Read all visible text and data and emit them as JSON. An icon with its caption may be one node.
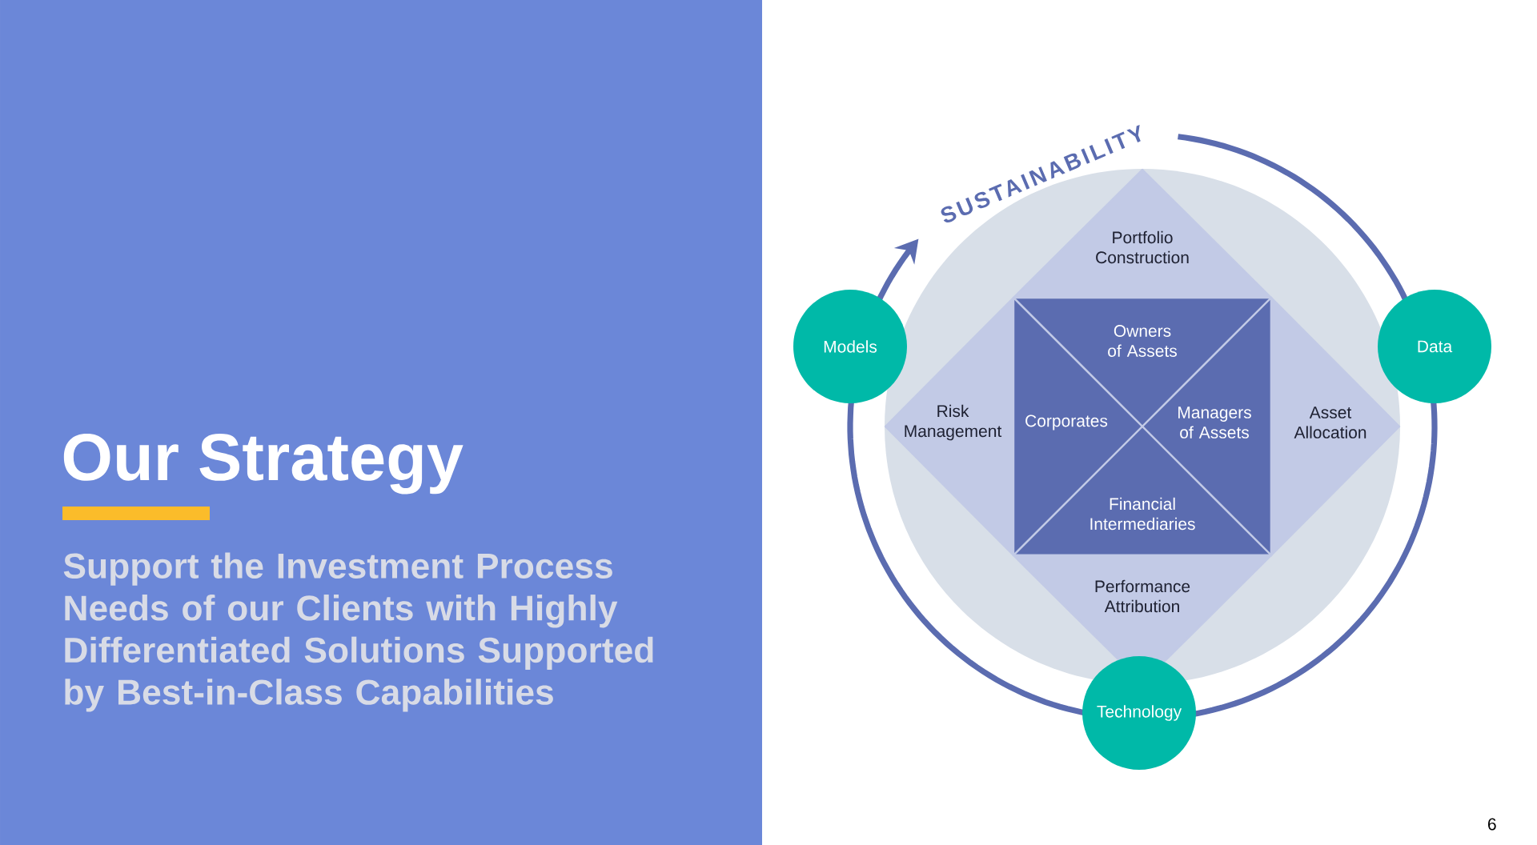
{
  "diagram": {
    "title": "Our Strategy",
    "nodes": [
      {
        "text": [
          "Portfolio Construction"
        ]
      },
      {
        "text": [
          "Models"
        ]
      },
      {
        "text": [
          "Data"
        ]
      },
      {
        "text": [
          "Owners of Assets"
        ]
      },
      {
        "text": [
          "Risk Management"
        ]
      },
      {
        "text": [
          "Corporates"
        ]
      },
      {
        "text": [
          "Managers of Assets"
        ]
      },
      {
        "text": [
          "Asset Allocation"
        ]
      },
      {
        "text": [
          "Financial Intermediaries"
        ]
      },
      {
        "text": [
          "Performance Attribution"
        ]
      },
      {
        "text": [
          "Technology"
        ]
      }
    ],
    "labels": [
      "Support the Investment Process Needs of our Clients with Highly Differentiated Solutions Supported by Best-in-Class Capabilities",
      "SUSTAINABILITY",
      "6"
    ]
  }
}
